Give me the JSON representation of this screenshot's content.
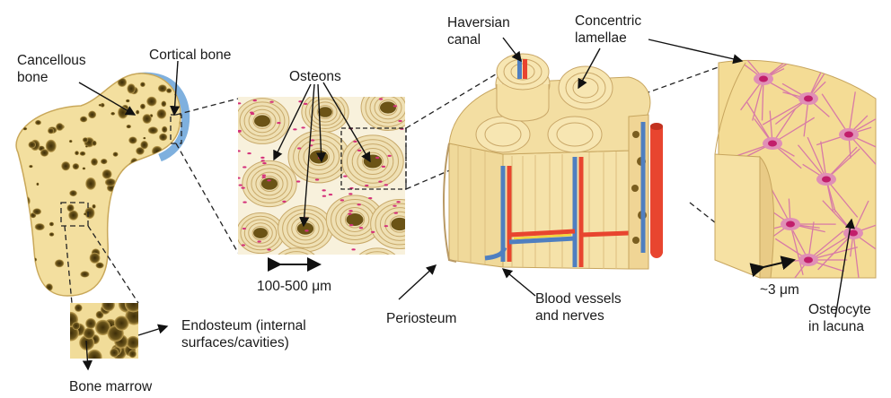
{
  "labels": {
    "cancellous_bone": [
      "Cancellous",
      "bone"
    ],
    "cortical_bone": "Cortical bone",
    "osteons": "Osteons",
    "haversian_canal": [
      "Haversian",
      "canal"
    ],
    "concentric_lamellae": [
      "Concentric",
      "lamellae"
    ],
    "scale_osteon": "100-500 μm",
    "periosteum": "Periosteum",
    "blood_vessels": [
      "Blood vessels",
      "and nerves"
    ],
    "endosteum": [
      "Endosteum (internal",
      "surfaces/cavities)"
    ],
    "bone_marrow": "Bone marrow",
    "scale_cell": "~3 μm",
    "osteocyte": [
      "Osteocyte",
      "in lacuna"
    ]
  },
  "colors": {
    "bone": "#f3df9f",
    "bone_dark": "#d9b86a",
    "pore": "#5e4a14",
    "cortical": "#9cc3e6",
    "lamella_line": "#cdb37a",
    "artery": "#e8452f",
    "vein": "#4f7fc0",
    "nerve": "#f2d43b",
    "cell": "#d4307a",
    "leader": "#111111"
  }
}
